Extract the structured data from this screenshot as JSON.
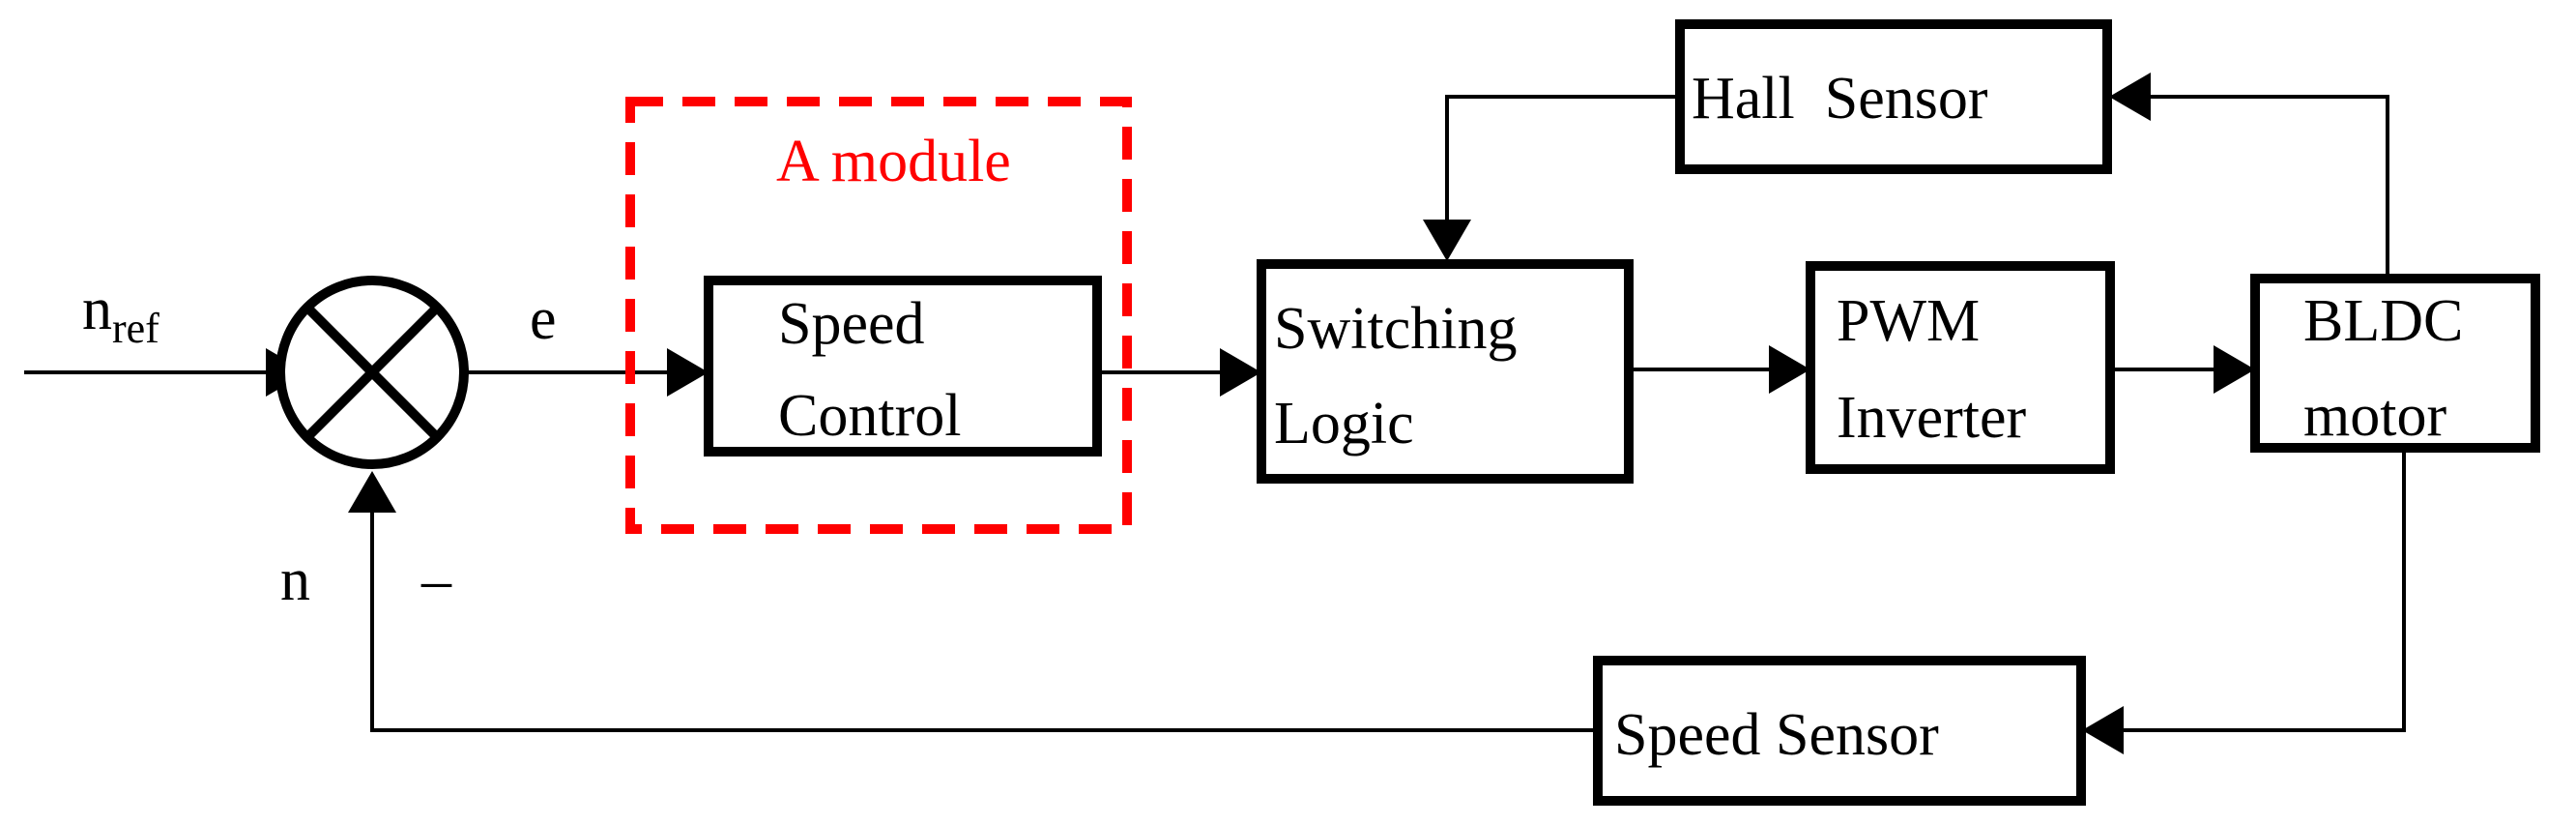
{
  "labels": {
    "input": "n",
    "input_sub": "ref",
    "error": "e",
    "feedback": "n",
    "minus_sign": "–",
    "module": "A module"
  },
  "blocks": {
    "speed_control": [
      "Speed",
      "Control"
    ],
    "switching_logic": [
      "Switching",
      "Logic"
    ],
    "pwm_inverter": [
      "PWM",
      "Inverter"
    ],
    "bldc_motor": [
      "BLDC",
      "motor"
    ],
    "hall_sensor": "Hall  Sensor",
    "speed_sensor": "Speed Sensor"
  },
  "colors": {
    "module_border": "#ff0000",
    "module_text": "#ff0000",
    "lines": "#000000"
  }
}
